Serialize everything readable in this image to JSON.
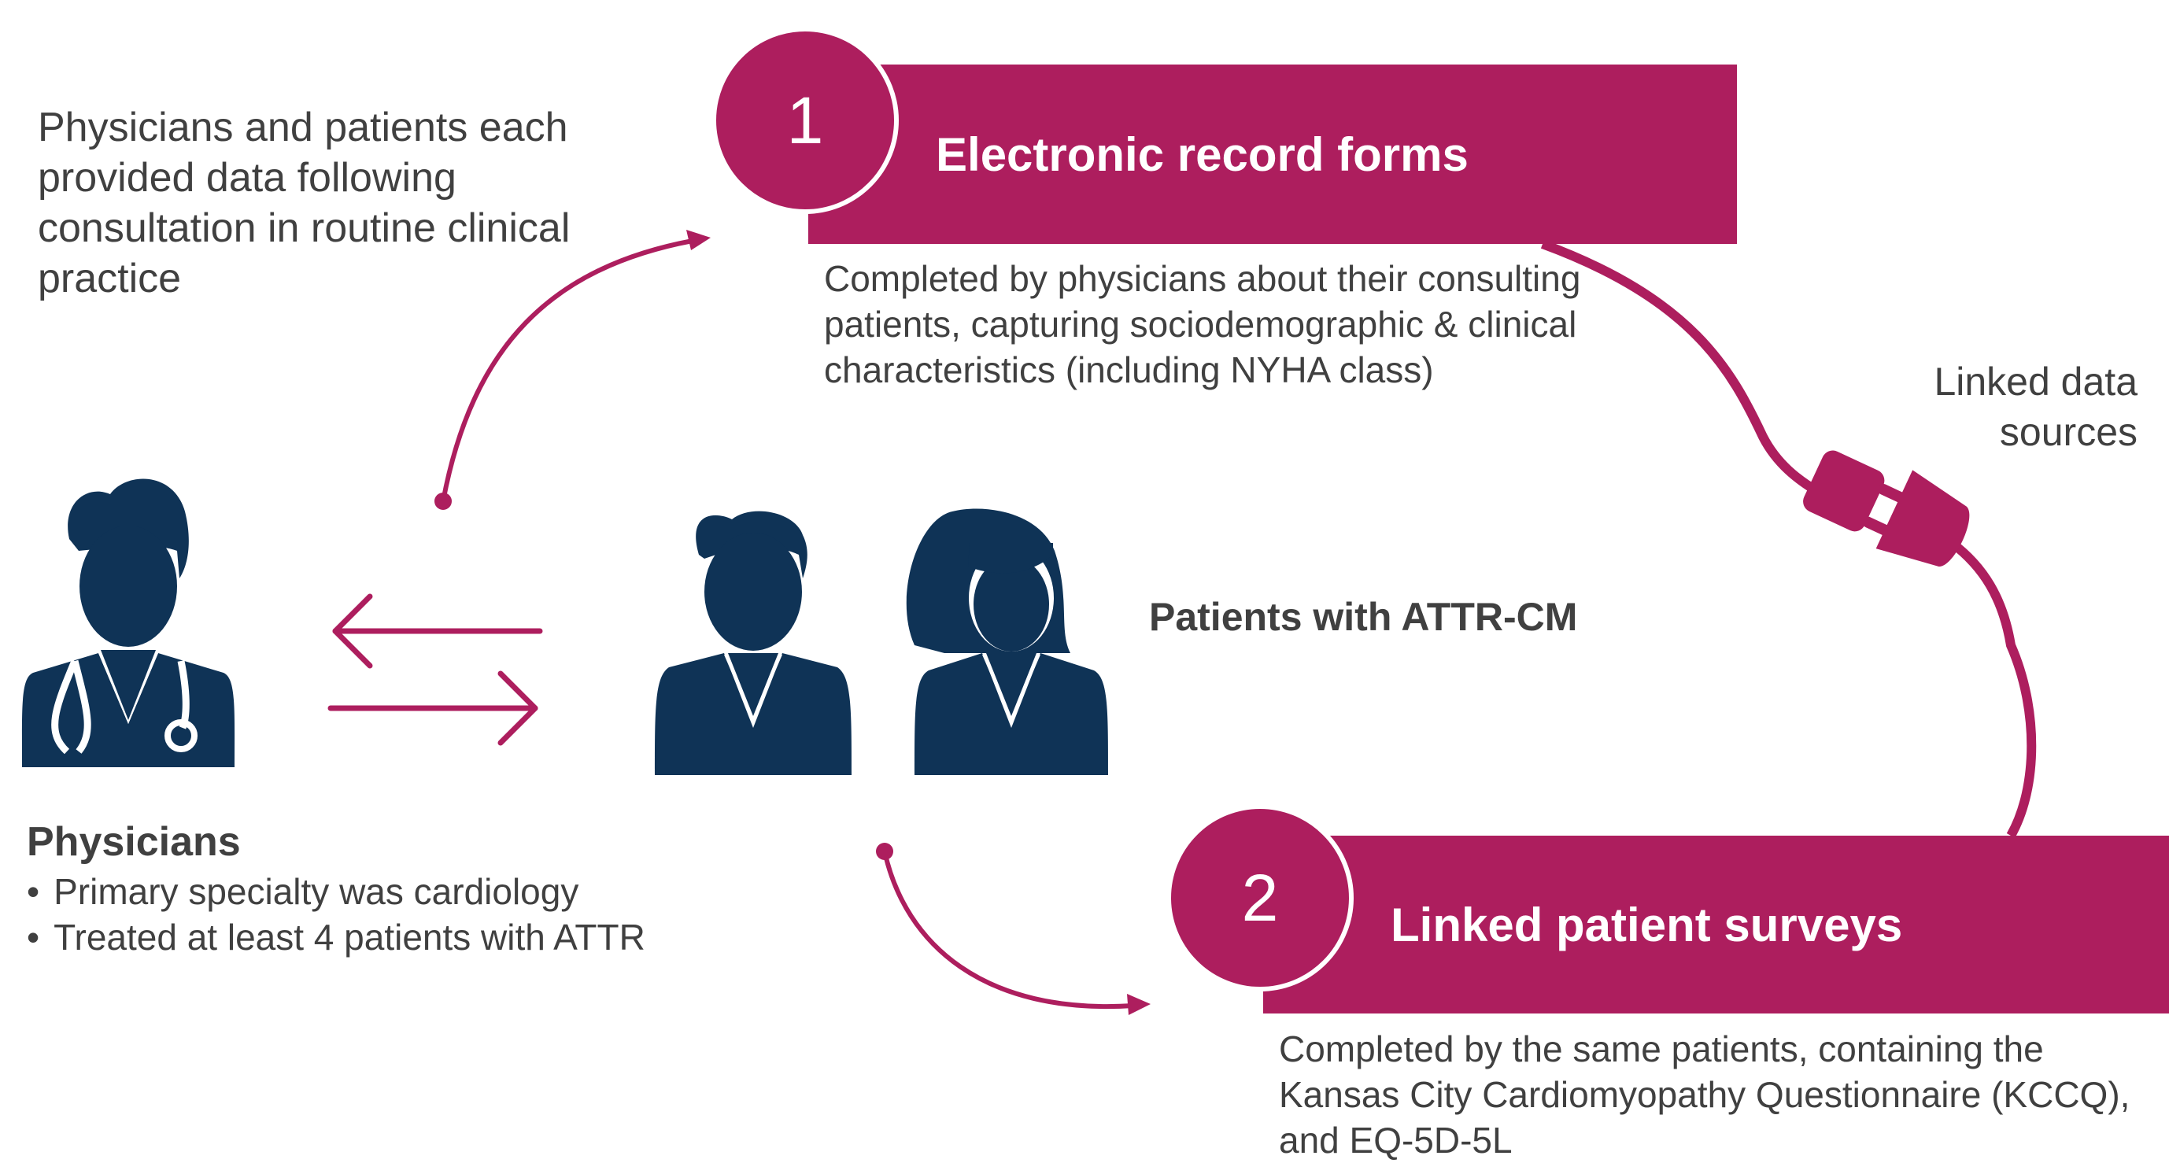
{
  "intro_text": "Physicians and patients each provided data following consultation in routine clinical practice",
  "step1": {
    "number": "1",
    "title": "Electronic record forms",
    "description": "Completed by physicians about their consulting patients, capturing sociodemographic & clinical characteristics (including NYHA class)"
  },
  "step2": {
    "number": "2",
    "title": "Linked patient surveys",
    "description": "Completed by the same patients, containing the Kansas City Cardiomyopathy Questionnaire (KCCQ), and EQ-5D-5L"
  },
  "linked_label": [
    "Linked data",
    "sources"
  ],
  "patients_label": "Patients with ATTR-CM",
  "physicians": {
    "title": "Physicians",
    "bullets": [
      "Primary specialty was cardiology",
      "Treated at least 4 patients with ATTR"
    ]
  },
  "colors": {
    "accent": "#ad1e5e",
    "icon": "#0f3356",
    "text": "#404040"
  },
  "icons": [
    "doctor-icon",
    "male-patient-icon",
    "female-patient-icon",
    "plug-icon",
    "socket-icon"
  ]
}
